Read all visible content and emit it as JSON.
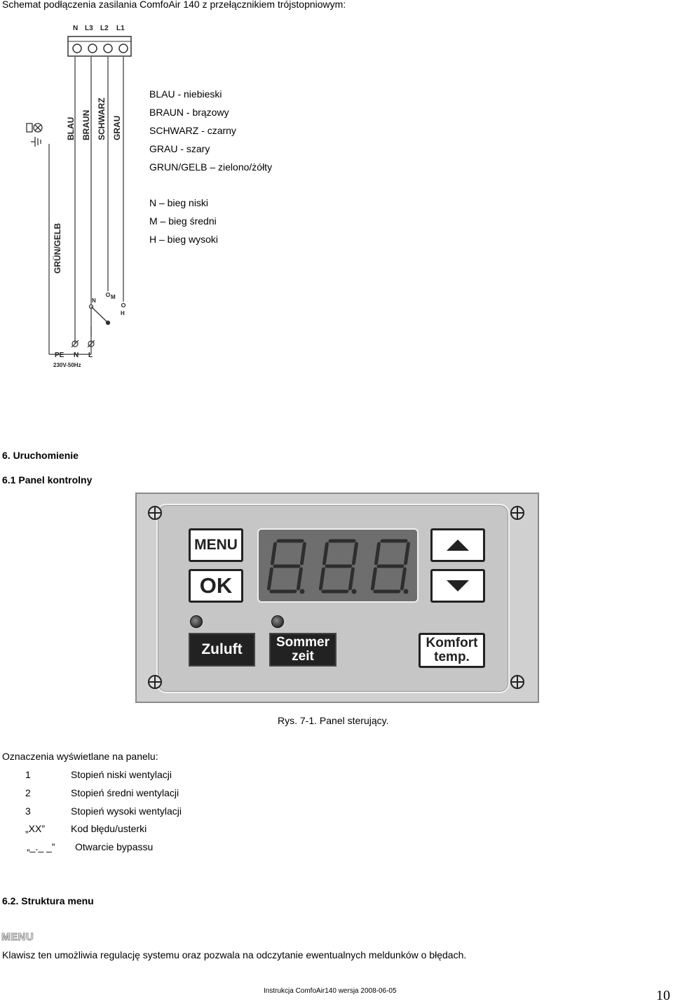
{
  "header_text": "Schemat podłączenia zasilania ComfoAir 140 z przełącznikiem trójstopniowym:",
  "wiring": {
    "terminal_labels": [
      "N",
      "L3",
      "L2",
      "L1"
    ],
    "wire_labels": [
      "BLAU",
      "BRAUN",
      "SCHWARZ",
      "GRAU"
    ],
    "ground_wire_label": "GRÜN/GELB",
    "switch_labels": [
      "N",
      "M",
      "H"
    ],
    "bottom_labels": [
      "PE",
      "N",
      "L"
    ],
    "supply_label": "230V-50Hz"
  },
  "legend_colors": [
    "BLAU - niebieski",
    "BRAUN - brązowy",
    "SCHWARZ - czarny",
    "GRAU - szary",
    "GRUN/GELB – zielono/żółty"
  ],
  "legend_speeds": [
    "N – bieg niski",
    "M – bieg średni",
    "H – bieg wysoki"
  ],
  "section_6": "6. Uruchomienie",
  "section_6_1": "6.1 Panel kontrolny",
  "panel": {
    "menu_label": "MENU",
    "ok_label": "OK",
    "zuluft_label": "Zuluft",
    "sommer_line1": "Sommer",
    "sommer_line2": "zeit",
    "komfort_line1": "Komfort",
    "komfort_line2": "temp."
  },
  "figure_caption": "Rys. 7-1. Panel sterujący.",
  "indications_intro": "Oznaczenia wyświetlane na panelu:",
  "indications": [
    {
      "code": "1",
      "desc": "Stopień niski wentylacji"
    },
    {
      "code": "2",
      "desc": "Stopień średni wentylacji"
    },
    {
      "code": "3",
      "desc": "Stopień wysoki wentylacji"
    },
    {
      "code": "„XX”",
      "desc": "Kod błędu/usterki"
    },
    {
      "code": "„_._ _”",
      "desc": "Otwarcie bypassu"
    }
  ],
  "section_6_2": "6.2. Struktura menu",
  "menu_heading": "MENU",
  "menu_description": "Klawisz ten umożliwia regulację systemu oraz pozwala na odczytanie ewentualnych meldunków o błędach.",
  "footer_text": "Instrukcja ComfoAir140 wersja 2008-06-05",
  "page_number": "10"
}
